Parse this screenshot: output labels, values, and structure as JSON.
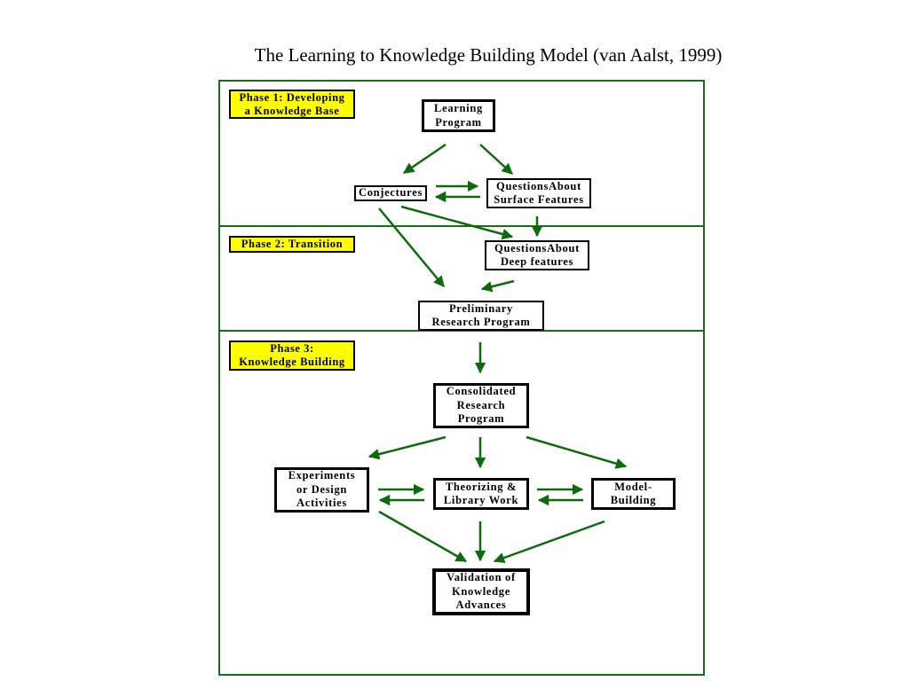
{
  "title": "The Learning to Knowledge Building Model (van Aalst, 1999)",
  "phases": {
    "phase1": "Phase 1: Developing\na Knowledge Base",
    "phase2": "Phase 2: Transition",
    "phase3": "Phase 3:\nKnowledge Building"
  },
  "nodes": {
    "learning_program": "Learning\nProgram",
    "conjectures": "Conjectures",
    "questions_surface": "QuestionsAbout\nSurface Features",
    "questions_deep": "QuestionsAbout\nDeep features",
    "preliminary_research": "Preliminary\nResearch Program",
    "consolidated_research": "Consolidated\nResearch\nProgram",
    "experiments": "Experiments\nor Design\nActivities",
    "theorizing": "Theorizing &\nLibrary Work",
    "model_building": "Model-\nBuilding",
    "validation": "Validation of\nKnowledge\nAdvances"
  },
  "colors": {
    "arrow": "#0d6b0d",
    "frame": "#1a6b1a",
    "phase_label_bg": "#ffff00"
  }
}
